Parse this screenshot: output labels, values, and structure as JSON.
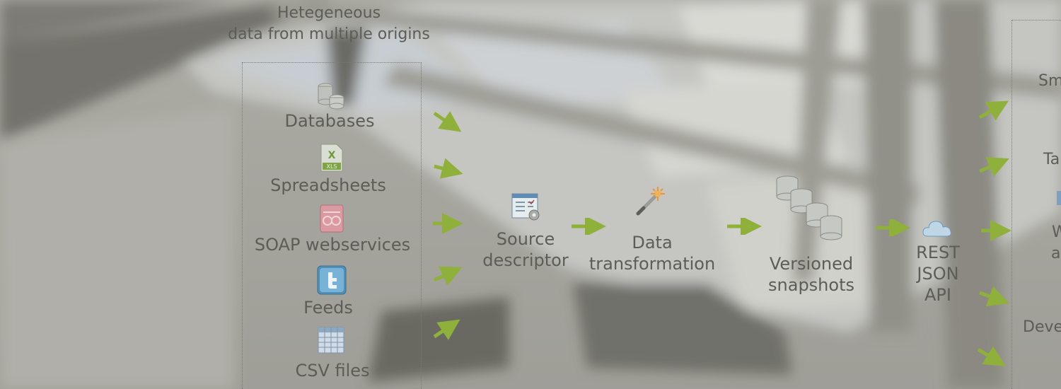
{
  "header": {
    "line1": "Hetegeneous",
    "line2": "data from multiple origins"
  },
  "sources": [
    {
      "label": "Databases",
      "icon": "database-stack-icon"
    },
    {
      "label": "Spreadsheets",
      "icon": "xls-spreadsheet-icon"
    },
    {
      "label": "SOAP webservices",
      "icon": "soap-webservice-icon"
    },
    {
      "label": "Feeds",
      "icon": "twitter-feed-icon"
    },
    {
      "label": "CSV files",
      "icon": "csv-table-icon"
    }
  ],
  "pipeline": {
    "source_descriptor": {
      "line1": "Source",
      "line2": "descriptor",
      "icon": "descriptor-gear-icon"
    },
    "data_transformation": {
      "line1": "Data",
      "line2": "transformation",
      "icon": "magic-wand-icon"
    },
    "versioned_snapshots": {
      "line1": "Versioned",
      "line2": "snapshots",
      "icon": "stacked-databases-icon"
    },
    "api": {
      "line1": "REST",
      "line2": "JSON",
      "line3": "API",
      "icon": "cloud-icon"
    }
  },
  "consumers": {
    "smart": "Smar",
    "ta": "Ta",
    "w": "W",
    "a": "a",
    "deve": "Deve"
  },
  "colors": {
    "arrow": "#8fb03a",
    "text": "#5d5d58",
    "background": "#9a9890"
  }
}
